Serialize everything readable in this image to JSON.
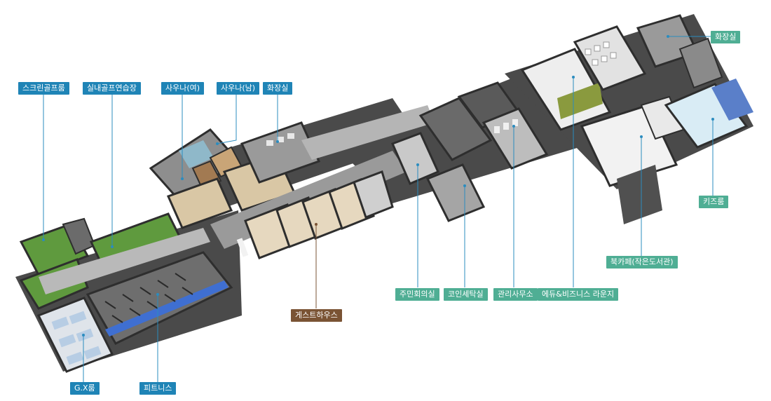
{
  "colors": {
    "blue_label": "#1f84b6",
    "green_label": "#4fae94",
    "brown_label": "#7a5334",
    "wall": "#3f3f3f",
    "floor_gray": "#8e8e8e",
    "floor_light": "#d6d6d6",
    "turf": "#5f9a3e",
    "water": "#3f6fd1",
    "wood": "#d9c7a5"
  },
  "labels": {
    "screen_golf": "스크린골프룸",
    "golf_practice": "실내골프연습장",
    "sauna_f": "사우나(여)",
    "sauna_m": "사우나(남)",
    "restroom_left": "화장실",
    "gx": "G.X룸",
    "fitness": "피트니스",
    "guesthouse": "게스트하우스",
    "residents_meeting": "주민회의실",
    "coin_laundry": "코인세탁실",
    "management_office": "관리사무소",
    "edu_business_lounge": "에듀&비즈니스 라운지",
    "book_cafe": "북카페(작은도서관)",
    "kids_room": "키즈룸",
    "restroom_right": "화장실"
  }
}
